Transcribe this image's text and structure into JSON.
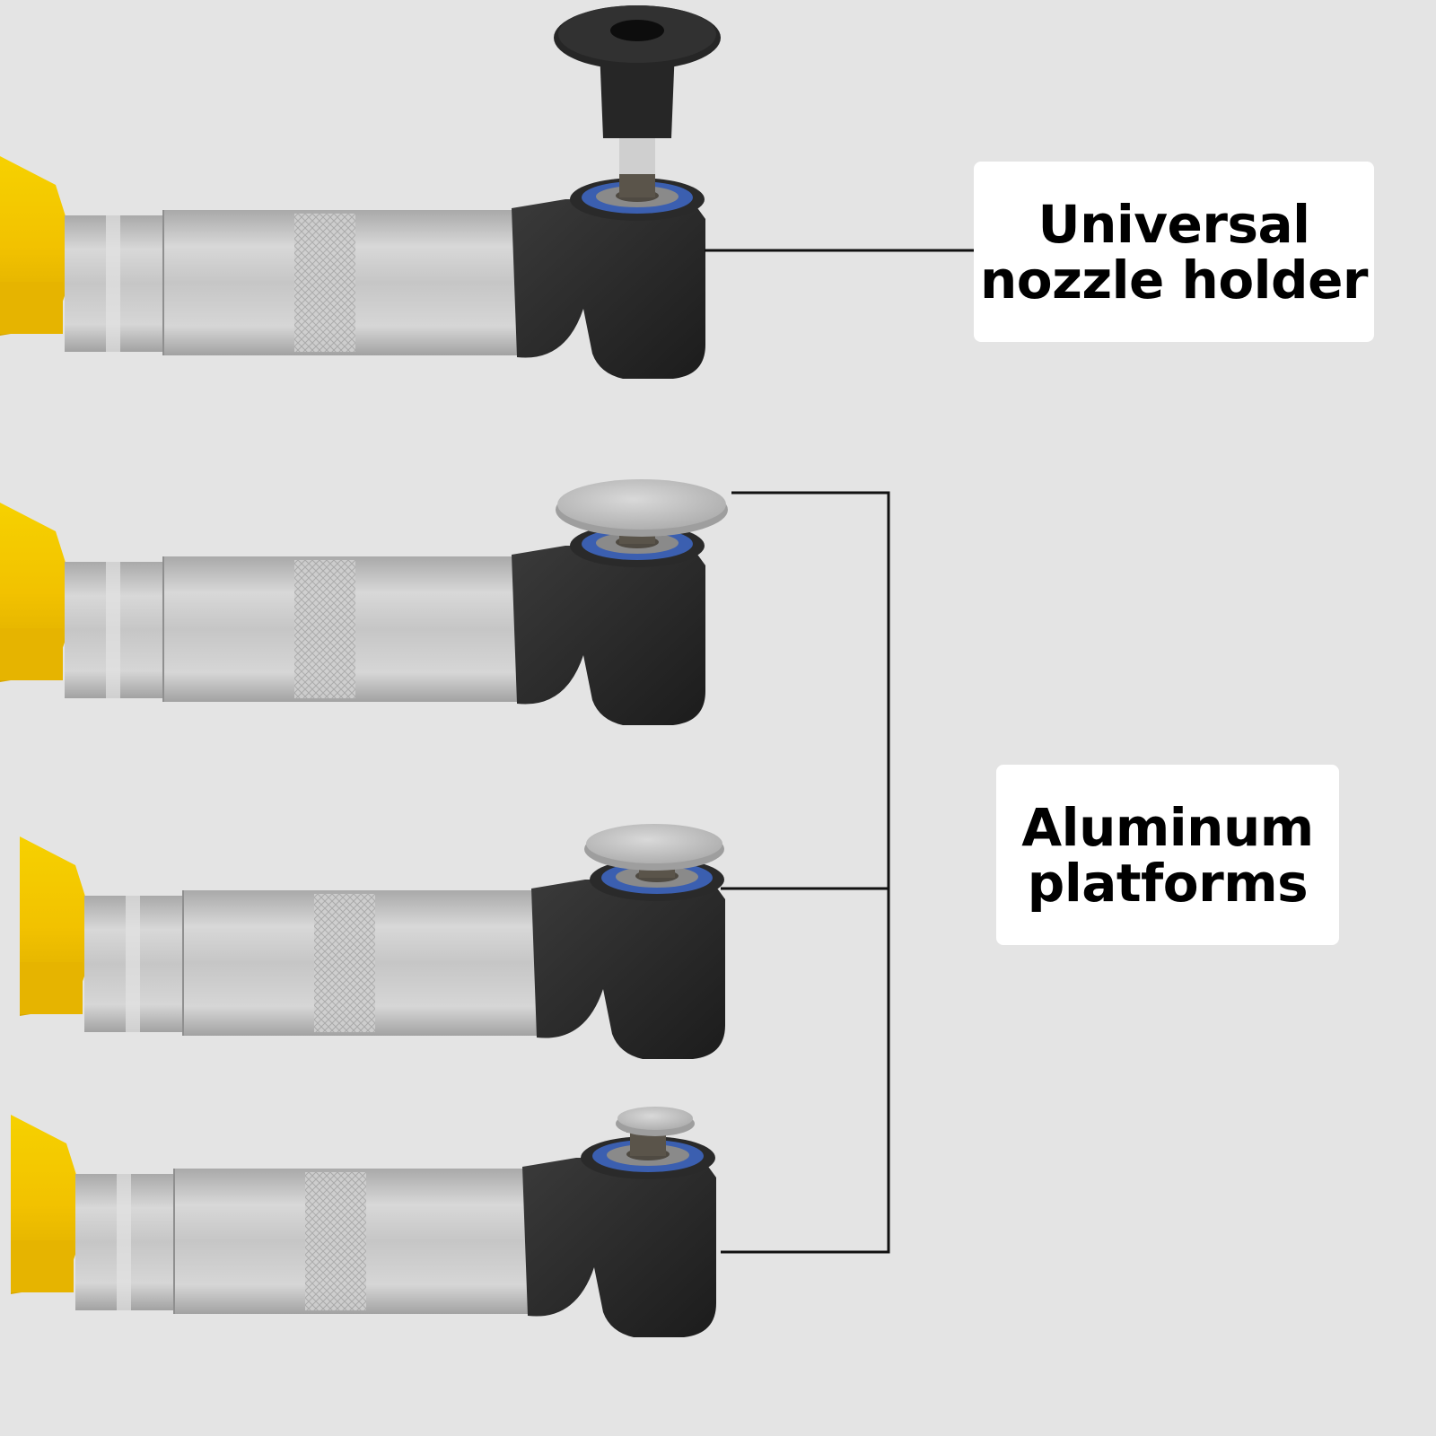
{
  "labels": {
    "nozzle_holder": {
      "line1": "Universal",
      "line2": "nozzle holder"
    },
    "aluminum_platforms": {
      "line1": "Aluminum",
      "line2": "platforms"
    }
  },
  "colors": {
    "background": "#e4e4e4",
    "handle_yellow": "#f2c200",
    "barrel_silver": "#c4c4c4",
    "head_black": "#2b2b2b",
    "bearing_blue": "#3b5fb0",
    "leader_line": "#111111"
  }
}
